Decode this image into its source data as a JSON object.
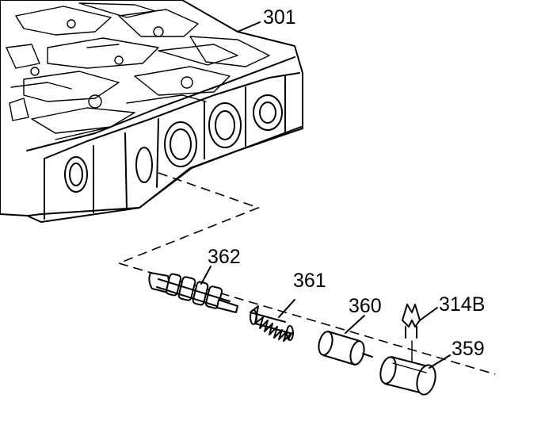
{
  "diagram": {
    "callouts": {
      "valve_body": "301",
      "valve": "362",
      "spring": "361",
      "bore_plug": "360",
      "retainer_clip": "314B",
      "sleeve": "359"
    }
  }
}
